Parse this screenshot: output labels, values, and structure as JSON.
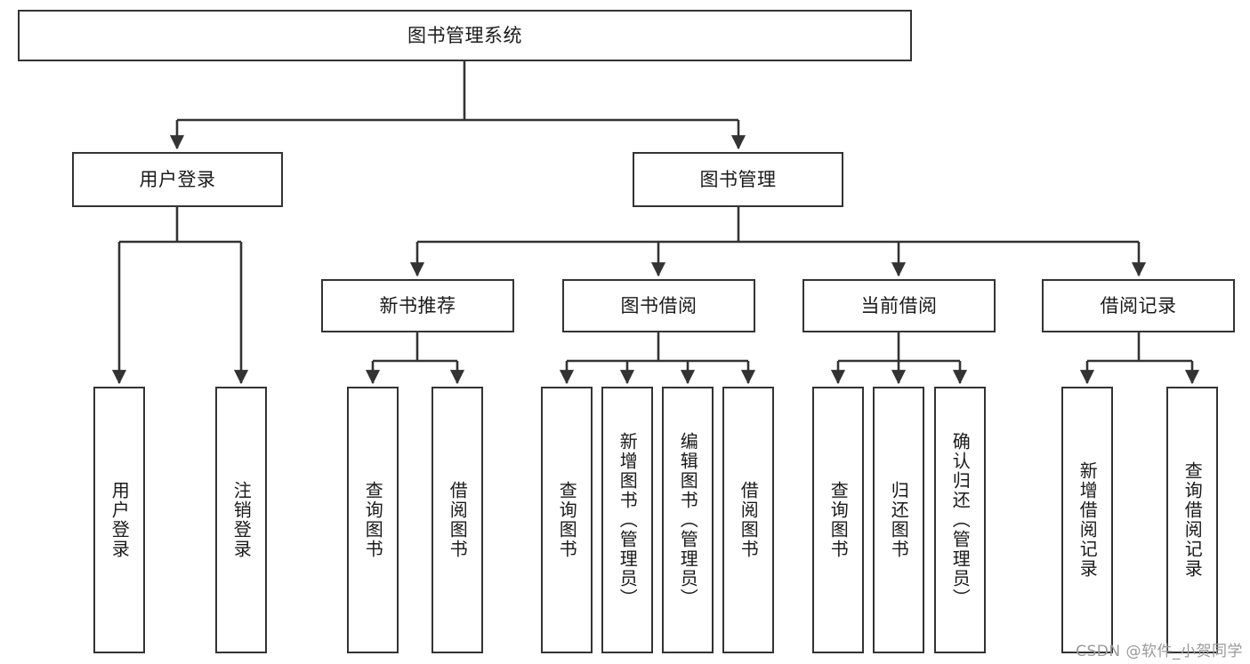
{
  "diagram": {
    "type": "tree-hierarchy",
    "root": {
      "id": "root",
      "label": "图书管理系统"
    },
    "level2": [
      {
        "id": "user-login",
        "label": "用户登录"
      },
      {
        "id": "book-manage",
        "label": "图书管理"
      }
    ],
    "level3": [
      {
        "id": "new-book-recommend",
        "label": "新书推荐",
        "parent": "book-manage"
      },
      {
        "id": "book-borrow",
        "label": "图书借阅",
        "parent": "book-manage"
      },
      {
        "id": "current-borrow",
        "label": "当前借阅",
        "parent": "book-manage"
      },
      {
        "id": "borrow-record",
        "label": "借阅记录",
        "parent": "book-manage"
      }
    ],
    "leaves": [
      {
        "id": "leaf-user-login",
        "label": "用户登录",
        "parent": "user-login"
      },
      {
        "id": "leaf-logout-login",
        "label": "注销登录",
        "parent": "user-login"
      },
      {
        "id": "leaf-query-book-1",
        "label": "查询图书",
        "parent": "new-book-recommend"
      },
      {
        "id": "leaf-borrow-book-1",
        "label": "借阅图书",
        "parent": "new-book-recommend"
      },
      {
        "id": "leaf-query-book-2",
        "label": "查询图书",
        "parent": "book-borrow"
      },
      {
        "id": "leaf-add-book",
        "label": "新增图书（管理员）",
        "parent": "book-borrow"
      },
      {
        "id": "leaf-edit-book",
        "label": "编辑图书（管理员）",
        "parent": "book-borrow"
      },
      {
        "id": "leaf-borrow-book-2",
        "label": "借阅图书",
        "parent": "book-borrow"
      },
      {
        "id": "leaf-query-book-3",
        "label": "查询图书",
        "parent": "current-borrow"
      },
      {
        "id": "leaf-return-book",
        "label": "归还图书",
        "parent": "current-borrow"
      },
      {
        "id": "leaf-confirm-return",
        "label": "确认归还（管理员）",
        "parent": "current-borrow"
      },
      {
        "id": "leaf-add-record",
        "label": "新增借阅记录",
        "parent": "borrow-record"
      },
      {
        "id": "leaf-query-record",
        "label": "查询借阅记录",
        "parent": "borrow-record"
      }
    ],
    "colors": {
      "stroke": "#333333",
      "fill": "#ffffff",
      "text": "#1a1a1a",
      "watermark": "#9a9a9a"
    }
  },
  "watermark": {
    "text": "CSDN @软件_小贺同学"
  }
}
